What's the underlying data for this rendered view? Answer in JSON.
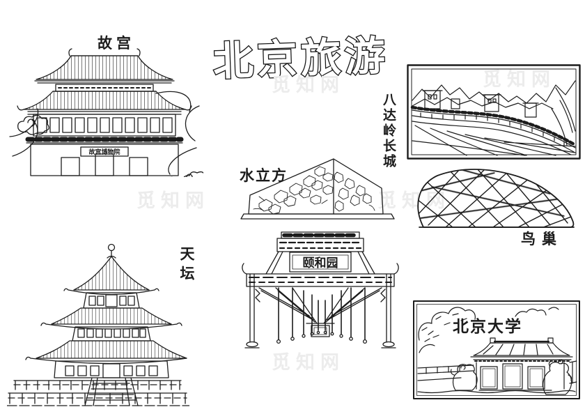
{
  "page": {
    "title": "北京旅游",
    "watermark": "觅知网",
    "ink_color": "#1c1c1c",
    "paper_color": "#ffffff",
    "watermark_color": "#ececec"
  },
  "landmarks": {
    "forbidden_city": {
      "label": "故宫",
      "plaque": "故宫博物院"
    },
    "great_wall": {
      "label": "八达岭长城"
    },
    "water_cube": {
      "label": "水立方"
    },
    "birds_nest": {
      "label": "鸟巢"
    },
    "temple_of_heaven": {
      "label": "天坛"
    },
    "summer_palace": {
      "label": "颐和园"
    },
    "peking_university": {
      "label": "北京大学"
    }
  }
}
